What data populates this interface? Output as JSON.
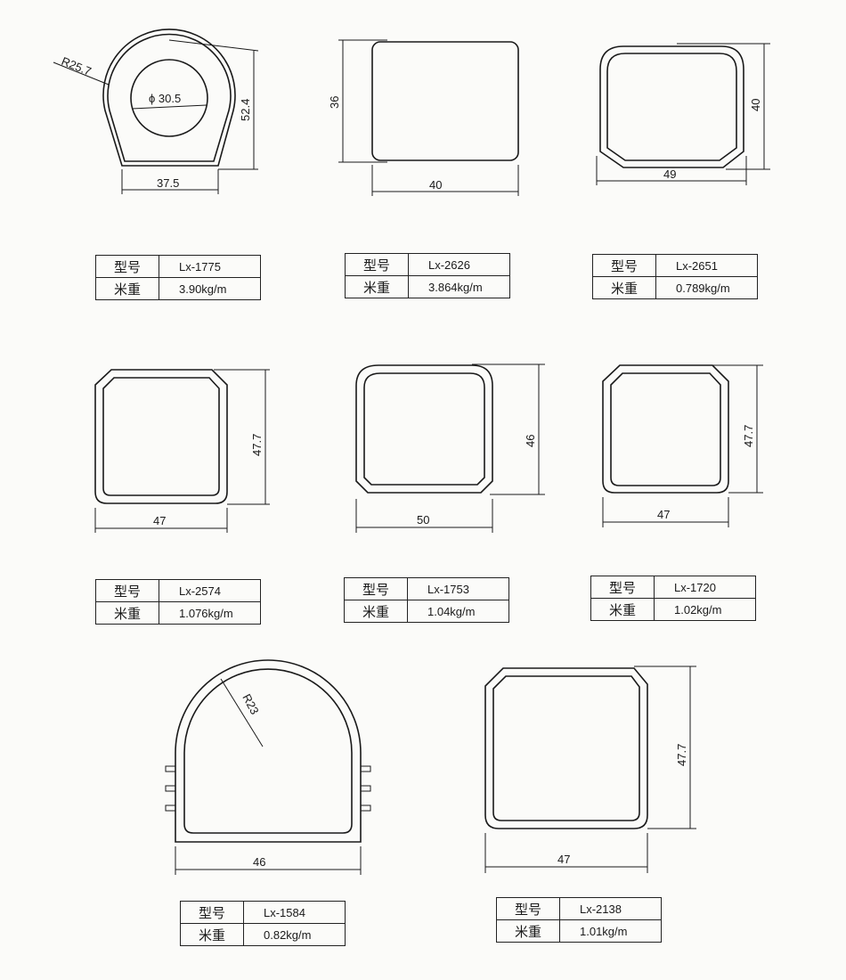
{
  "labels": {
    "model": "型号",
    "weight": "米重"
  },
  "profiles": [
    {
      "model": "Lx-1775",
      "weight": "3.90kg/m",
      "dims": {
        "height": "52.4",
        "width": "37.5",
        "radius": "R25.7",
        "diameter": "ϕ 30.5"
      }
    },
    {
      "model": "Lx-2626",
      "weight": "3.864kg/m",
      "dims": {
        "height": "36",
        "width": "40"
      }
    },
    {
      "model": "Lx-2651",
      "weight": "0.789kg/m",
      "dims": {
        "height": "40",
        "width": "49"
      }
    },
    {
      "model": "Lx-2574",
      "weight": "1.076kg/m",
      "dims": {
        "height": "47.7",
        "width": "47"
      }
    },
    {
      "model": "Lx-1753",
      "weight": "1.04kg/m",
      "dims": {
        "height": "46",
        "width": "50"
      }
    },
    {
      "model": "Lx-1720",
      "weight": "1.02kg/m",
      "dims": {
        "height": "47.7",
        "width": "47"
      }
    },
    {
      "model": "Lx-1584",
      "weight": "0.82kg/m",
      "dims": {
        "width": "46",
        "radius": "R23"
      }
    },
    {
      "model": "Lx-2138",
      "weight": "1.01kg/m",
      "dims": {
        "height": "47.7",
        "width": "47"
      }
    }
  ]
}
